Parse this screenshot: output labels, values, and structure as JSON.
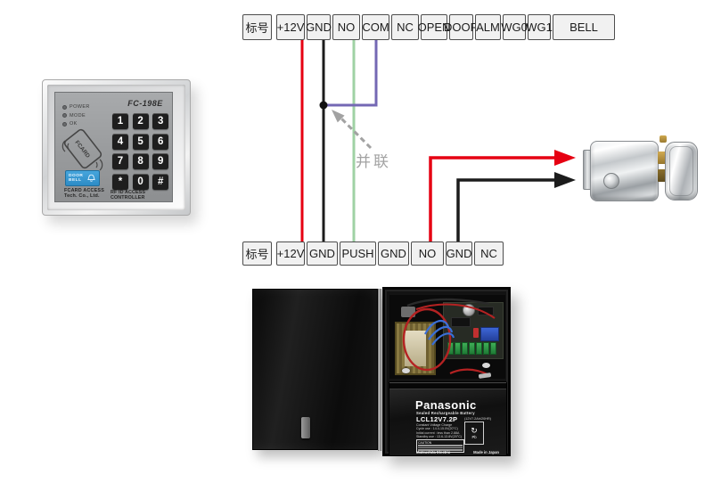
{
  "colors": {
    "wire_power": "#e60012",
    "wire_ground": "#1c1c1c",
    "wire_signal": "#9fd2a4",
    "wire_com": "#7468b4",
    "annotation": "#a2a2a2",
    "doorbell_blue": "#46a5dc"
  },
  "top_strip": {
    "row_label": "标号",
    "terminals": [
      "+12V",
      "GND",
      "NO",
      "COM",
      "NC",
      "OPEN",
      "DOOR",
      "ALM",
      "WG0",
      "WG1",
      "BELL"
    ]
  },
  "bottom_strip": {
    "row_label": "标号",
    "terminals": [
      "+12V",
      "GND",
      "PUSH",
      "GND",
      "NO",
      "GND",
      "NC"
    ]
  },
  "annotation": {
    "parallel": "并联"
  },
  "keypad": {
    "model": "FC-198E",
    "indicators": [
      "POWER",
      "MODE",
      "OK"
    ],
    "keys": [
      "1",
      "2",
      "3",
      "4",
      "5",
      "6",
      "7",
      "8",
      "9",
      "*",
      "0",
      "#"
    ],
    "card_label": "FCARD",
    "doorbell": [
      "DOOR",
      "BELL"
    ],
    "brand": [
      "FCARD ACCESS",
      "Tech. Co., Ltd."
    ],
    "subtitle": "RF ID ACCESS CONTROLLER"
  },
  "power_supply": {
    "battery": {
      "brand": "Panasonic",
      "type": "Sealed Rechargeable Battery",
      "model": "LCL12V7.2P",
      "rating": "(12V7.2Ah/20HR)",
      "specs": [
        "Constant Voltage Charge",
        "Cycle use : 14.4-15.0V(20°C)",
        "Initial current : less than 2.88A",
        "Standby use : 13.6-13.8V(20°C)"
      ],
      "caution": "CAUTION",
      "recycle": "Pb",
      "maker": "Matsushita Electric",
      "origin": "Made in Japan"
    }
  }
}
